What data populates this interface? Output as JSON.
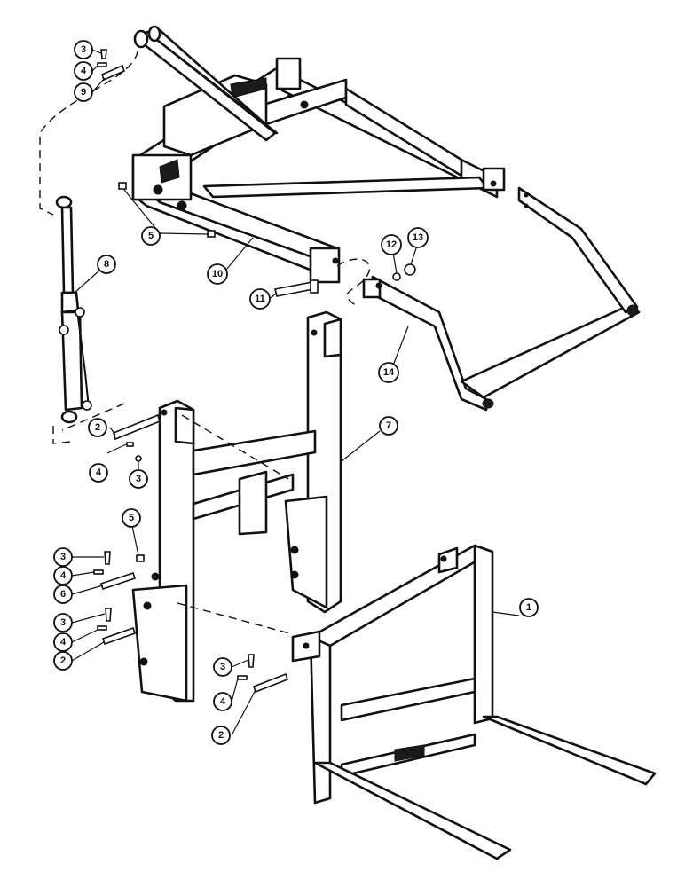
{
  "callouts": {
    "c1": "1",
    "c2a": "2",
    "c2b": "2",
    "c2c": "2",
    "c3a": "3",
    "c3b": "3",
    "c3c": "3",
    "c3d": "3",
    "c3e": "3",
    "c4a": "4",
    "c4b": "4",
    "c4c": "4",
    "c4d": "4",
    "c4e": "4",
    "c5a": "5",
    "c5b": "5",
    "c6": "6",
    "c7": "7",
    "c8": "8",
    "c9": "9",
    "c10": "10",
    "c11": "11",
    "c12": "12",
    "c13": "13",
    "c14": "14"
  }
}
